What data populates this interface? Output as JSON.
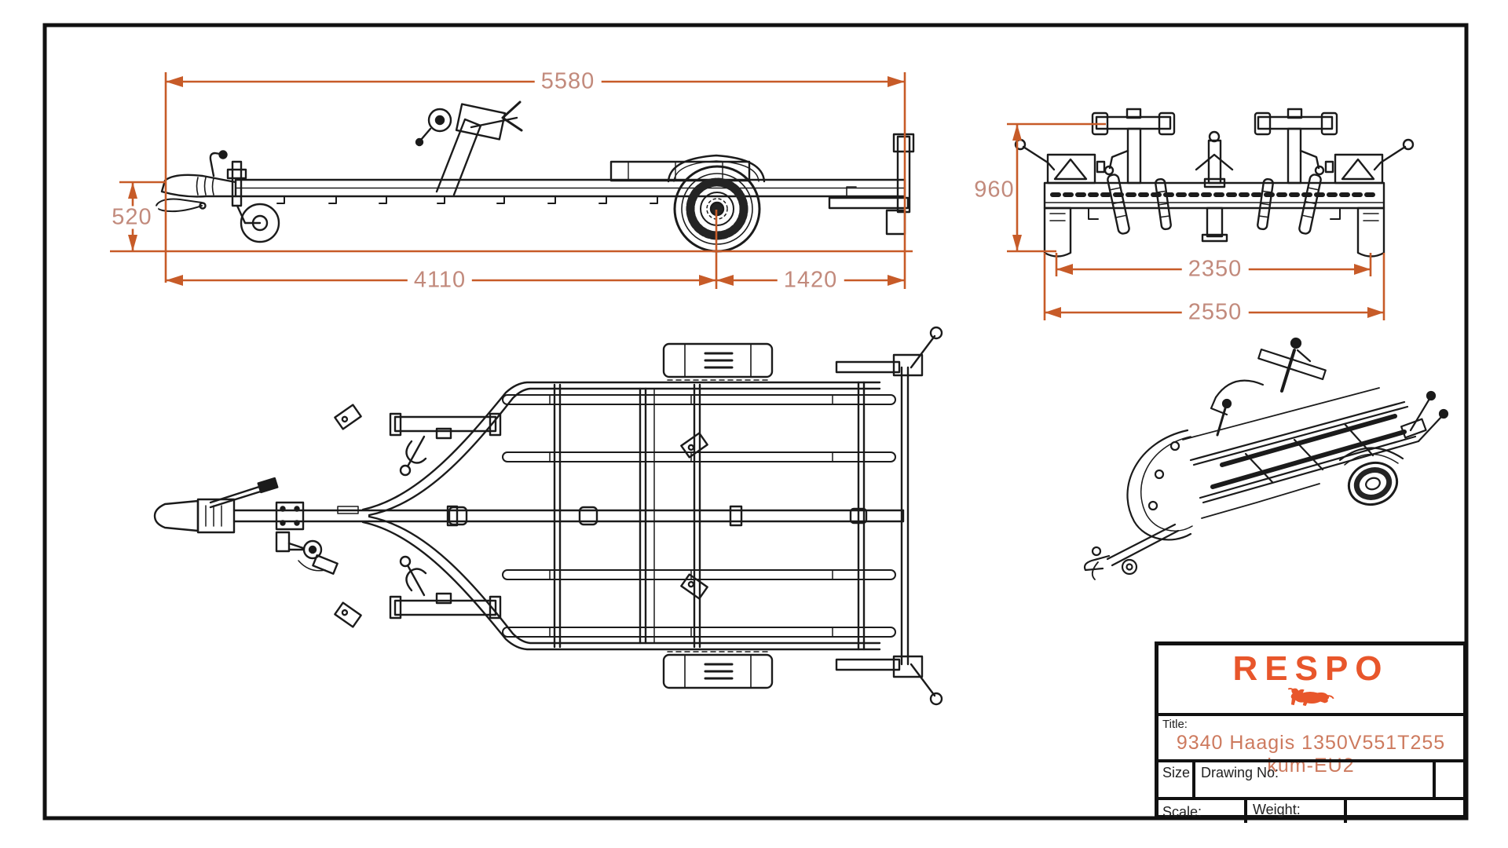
{
  "dimensions": {
    "total_length": "5580",
    "coupling_height": "520",
    "hitch_to_axle": "4110",
    "axle_to_rear": "1420",
    "rear_height": "960",
    "frame_width": "2350",
    "total_width": "2550"
  },
  "title_block": {
    "brand": "RESPO",
    "title_label": "Title:",
    "title": "9340 Haagis 1350V551T255 kum-EU2",
    "size_label": "Size",
    "drawing_no_label": "Drawing No:",
    "scale_label": "Scale:",
    "weight_label": "Weight:"
  },
  "colors": {
    "dimension_line": "#c75b28",
    "dimension_text": "#c28a7c",
    "title_text": "#cd7a5e",
    "brand_orange": "#e8562b",
    "line_art": "#1b1b1b"
  }
}
